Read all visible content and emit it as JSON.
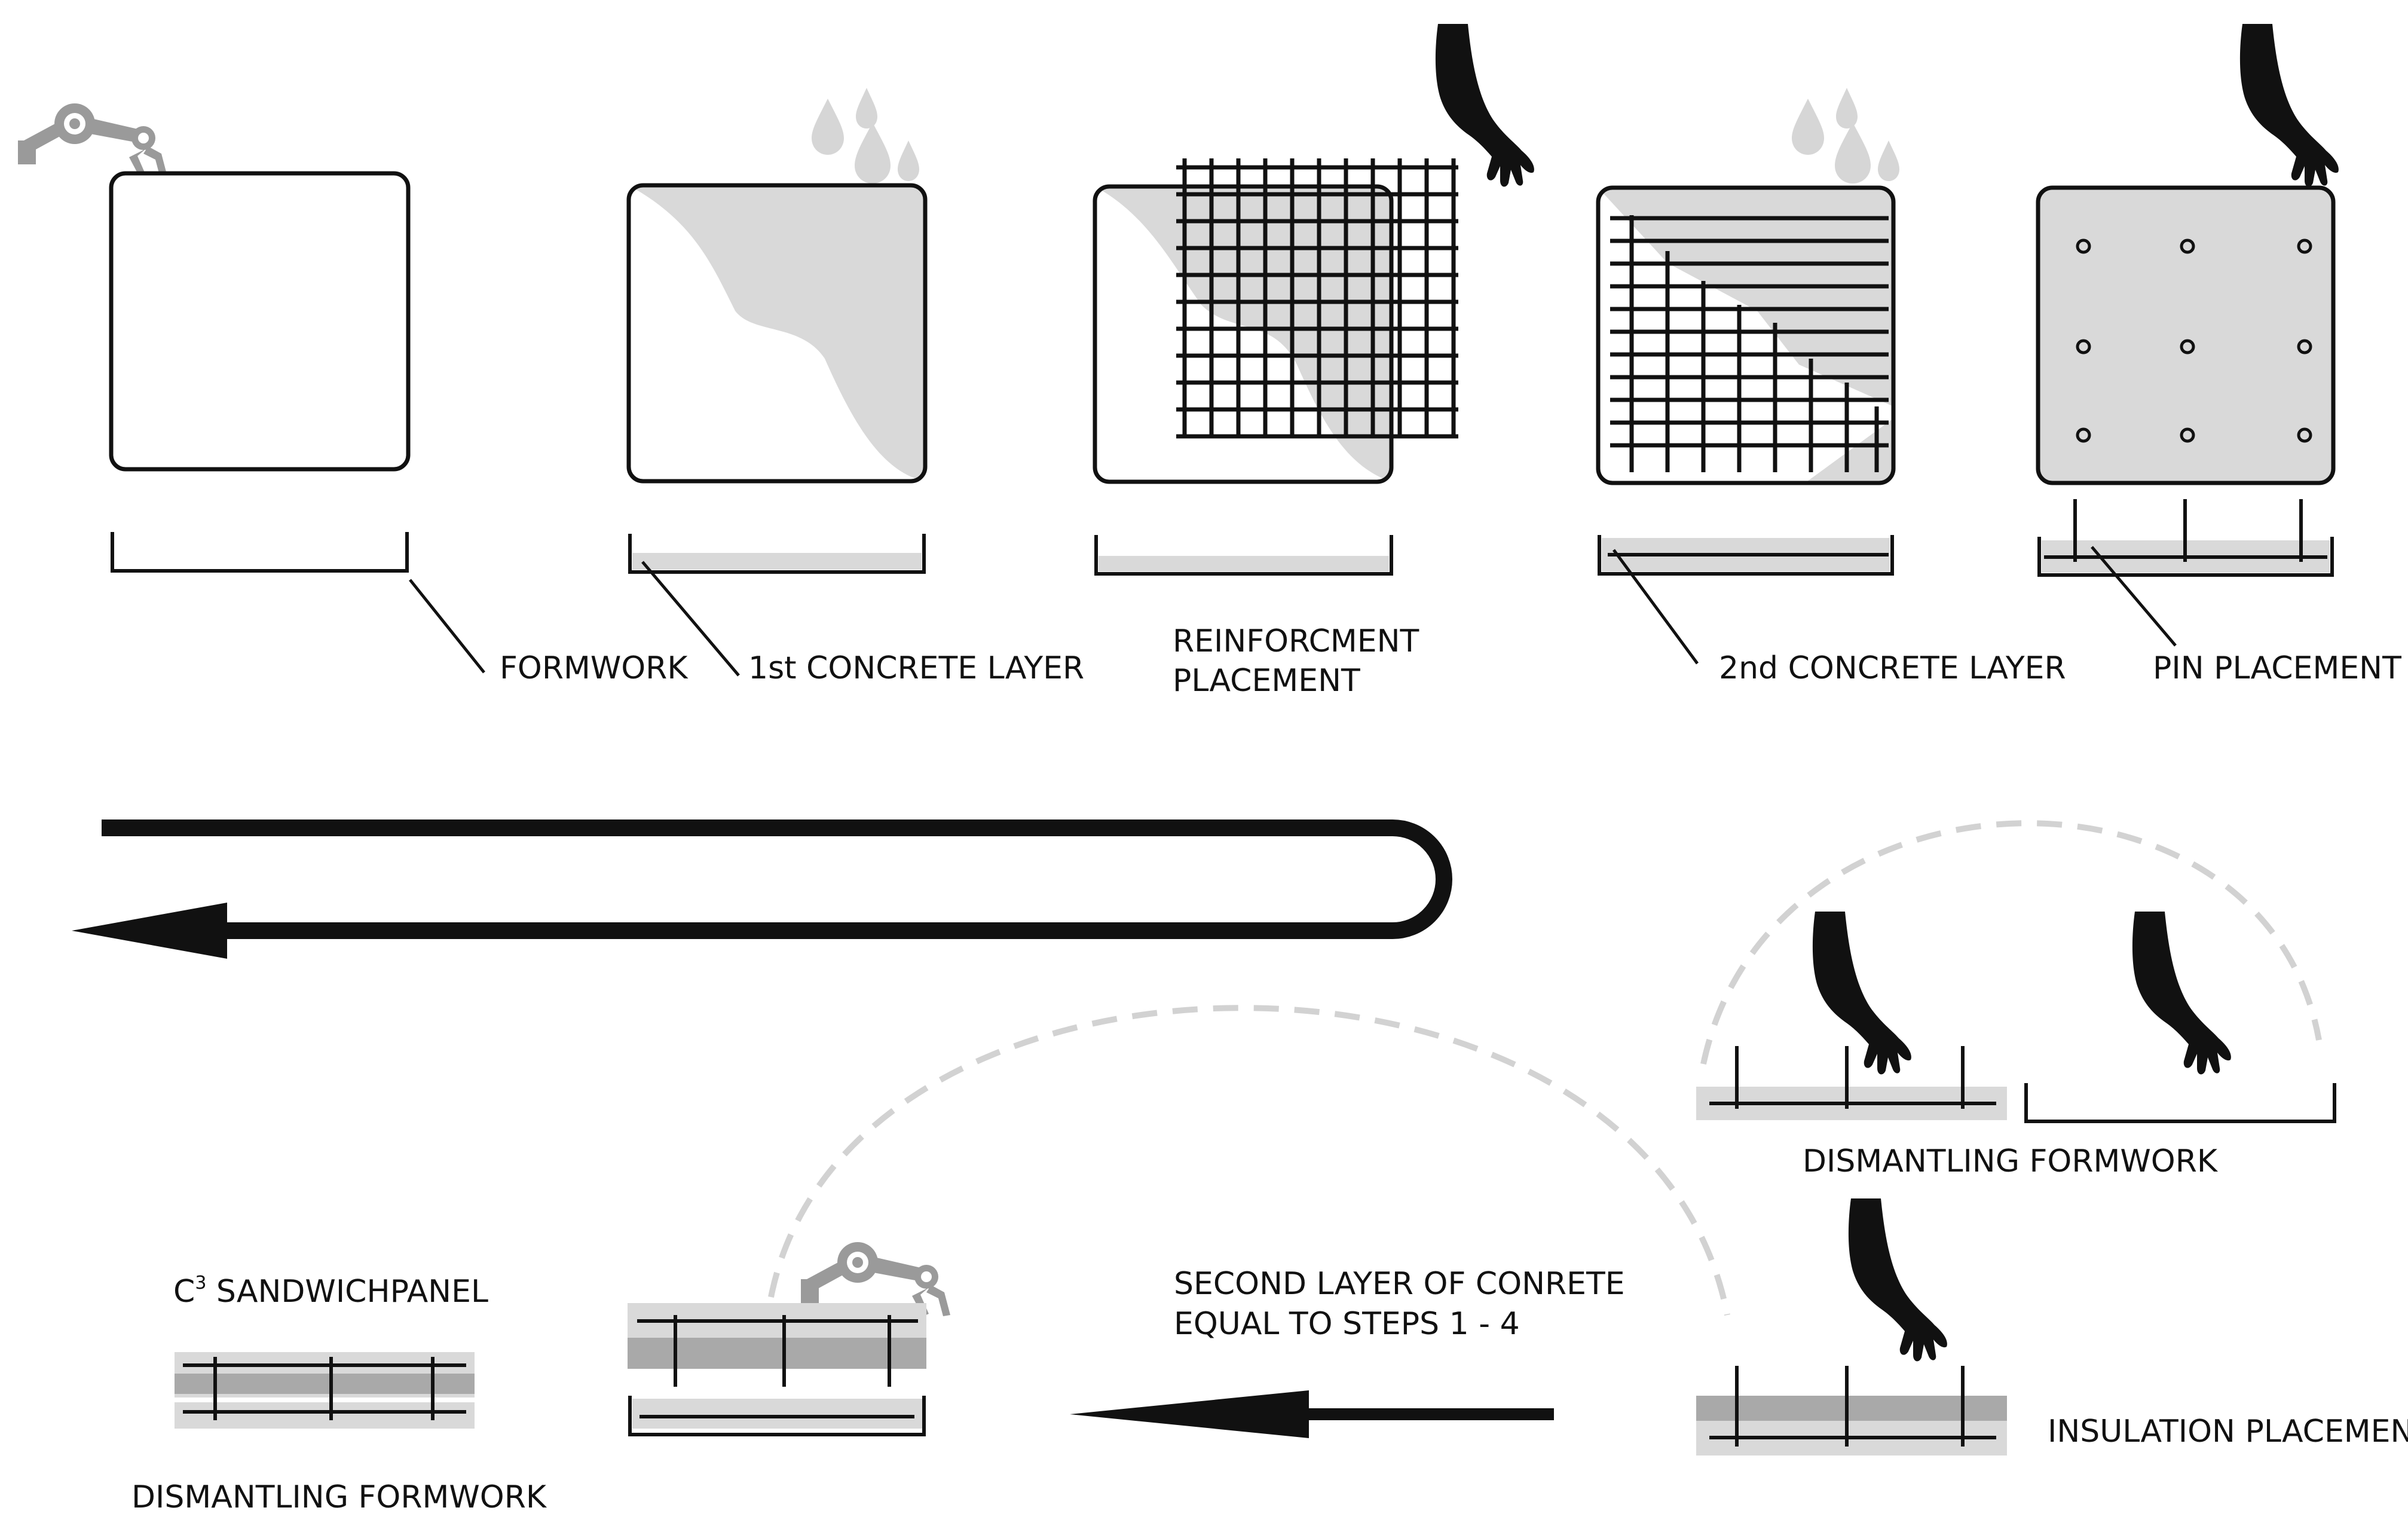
{
  "labels": {
    "formwork": "FORMWORK",
    "first_concrete": "1st CONCRETE LAYER",
    "reinforcement_line1": "REINFORCMENT",
    "reinforcement_line2": "PLACEMENT",
    "second_concrete": "2nd CONCRETE LAYER",
    "pin_placement": "PIN PLACEMENT",
    "dismantling_formwork_right": "DISMANTLING FORMWORK",
    "insulation_placement": "INSULATION PLACEMENT",
    "second_layer_line1": "SECOND LAYER OF CONRETE",
    "second_layer_line2": "EQUAL TO STEPS 1 - 4",
    "sandwich_prefix": "C",
    "sandwich_superscript": "3",
    "sandwich_suffix": " SANDWICHPANEL",
    "dismantling_formwork_left": "DISMANTLING FORMWORK"
  },
  "icons": {
    "robot": "robot-arm-icon",
    "drops": "water-drops-icon",
    "hand": "hand-icon"
  },
  "colors": {
    "ink": "#111111",
    "concrete": "#d9d9d9",
    "insulation": "#a9a9a9",
    "icon_grey": "#9a9a9a",
    "dash": "#d2d2d2"
  }
}
